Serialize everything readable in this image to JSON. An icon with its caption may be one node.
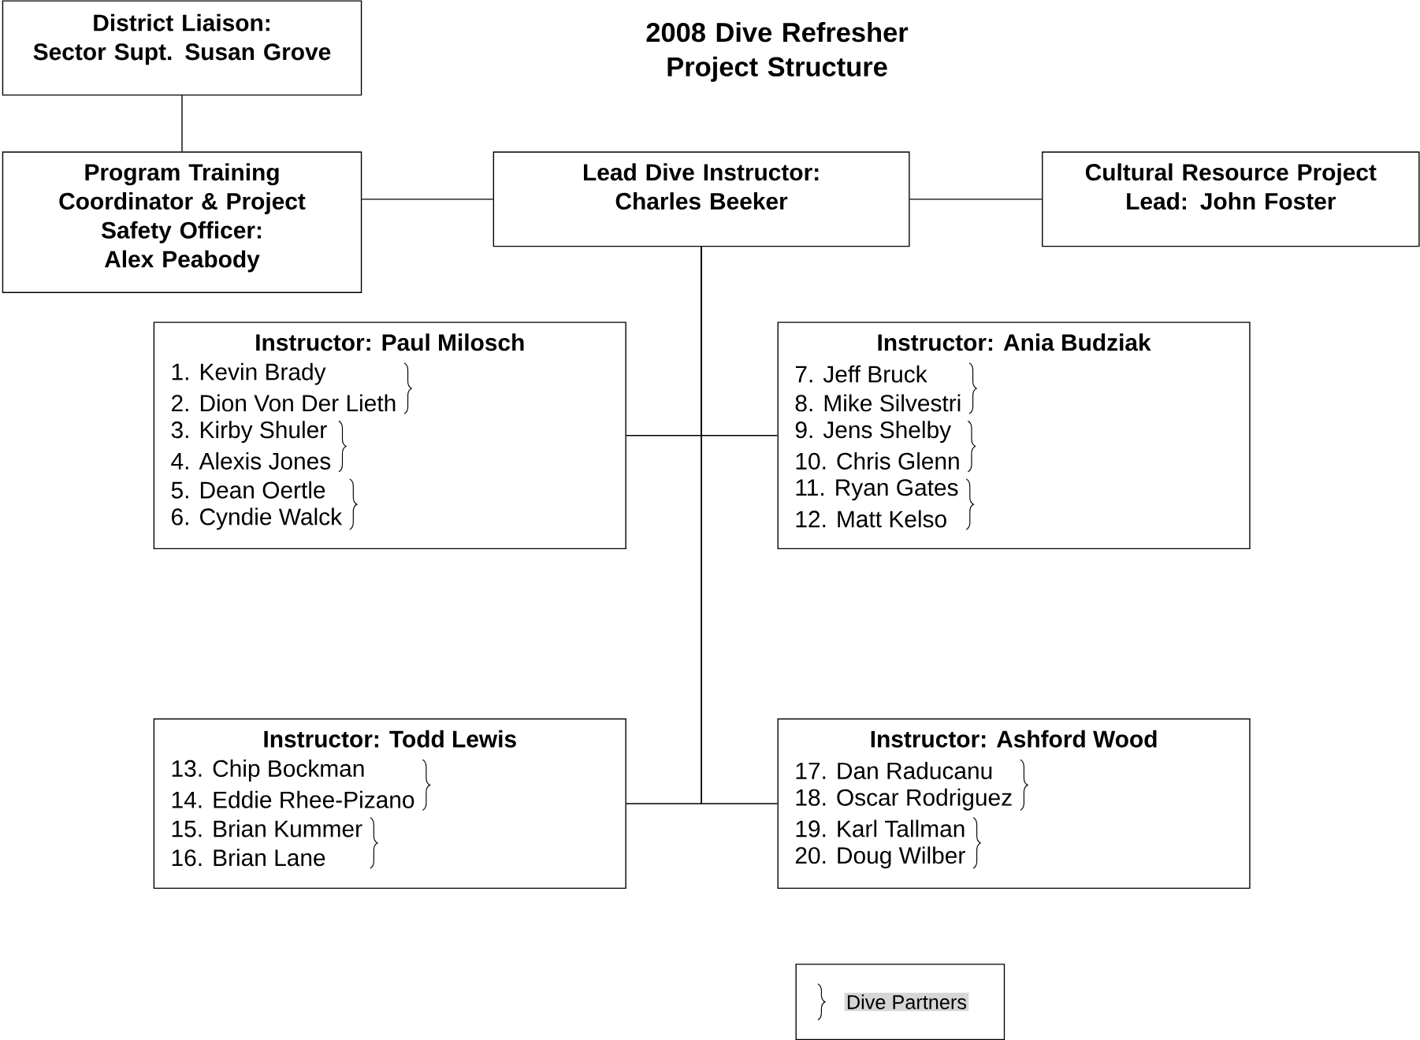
{
  "diagram": {
    "title": "2008 Dive Refresher Project Structure",
    "nodes": [
      {
        "text": [
          "District Liaison:",
          "Sector Supt. Susan Grove"
        ]
      },
      {
        "text": [
          "Program Training Coordinator & Project Safety Officer:",
          "Alex Peabody"
        ]
      },
      {
        "text": [
          "Lead Dive Instructor:",
          "Charles Beeker"
        ]
      },
      {
        "text": [
          "Cultural Resource Project Lead:  John Foster"
        ]
      },
      {
        "text": [
          "Instructor:  Paul Milosch",
          "1. Kevin Brady",
          "2. Dion Von Der Lieth",
          "3. Kirby Shuler",
          "4. Alexis Jones",
          "5. Dean Oertle",
          "6. Cyndie Walck"
        ]
      },
      {
        "text": [
          "Instructor:  Ania Budziak",
          "7. Jeff Bruck",
          "8. Mike Silvestri",
          "9. Jens Shelby",
          "10. Chris Glenn",
          "11. Ryan Gates",
          "12. Matt Kelso"
        ]
      },
      {
        "text": [
          "Instructor:  Todd Lewis",
          "13. Chip Bockman",
          "14. Eddie Rhee-Pizano",
          "15. Brian Kummer",
          "16. Brian Lane"
        ]
      },
      {
        "text": [
          "Instructor: Ashford Wood",
          "17. Dan Raducanu",
          "18. Oscar Rodriguez",
          "19. Karl Tallman",
          "20. Doug Wilber"
        ]
      }
    ],
    "edges": [
      {
        "from": 0,
        "to": 1,
        "arrow": "none"
      },
      {
        "from": 1,
        "to": 2,
        "arrow": "none"
      },
      {
        "from": 2,
        "to": 3,
        "arrow": "none"
      },
      {
        "from": 2,
        "to": 4,
        "arrow": "none"
      },
      {
        "from": 2,
        "to": 5,
        "arrow": "none"
      },
      {
        "from": 2,
        "to": 6,
        "arrow": "none"
      },
      {
        "from": 2,
        "to": 7,
        "arrow": "none"
      }
    ],
    "legend": [
      {
        "text": "Dive Partners"
      }
    ]
  }
}
